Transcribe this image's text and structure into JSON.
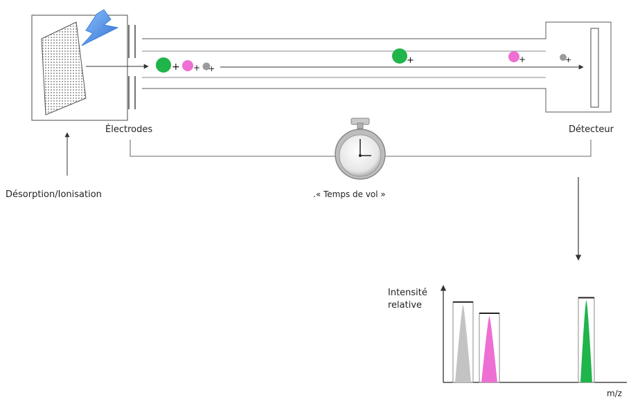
{
  "labels": {
    "electrodes": "Électrodes",
    "detector": "Détecteur",
    "desorption": "Désorption/Ionisation",
    "time_of_flight": ".« Temps de vol »",
    "intensity_line1": "Intensité",
    "intensity_line2": "relative",
    "mz": "m/z"
  },
  "ion_charge_symbol": "+",
  "colors": {
    "green_ion": "#1fb54a",
    "pink_ion": "#ee6fd3",
    "gray_ion": "#9b9b9b",
    "flash": "#5b9be8",
    "line": "#555555"
  },
  "icons": {
    "lightning": "lightning-icon",
    "stopwatch": "stopwatch-icon",
    "sample_plate": "sample-plate-icon"
  },
  "chart_data": {
    "type": "bar",
    "title": "",
    "xlabel": "m/z",
    "ylabel": "Intensité relative",
    "series": [
      {
        "color": "#c3c3c3",
        "value": 0.93
      },
      {
        "color": "#ee6fd3",
        "value": 0.8
      },
      {
        "color": "#1fb54a",
        "value": 0.98
      }
    ]
  }
}
